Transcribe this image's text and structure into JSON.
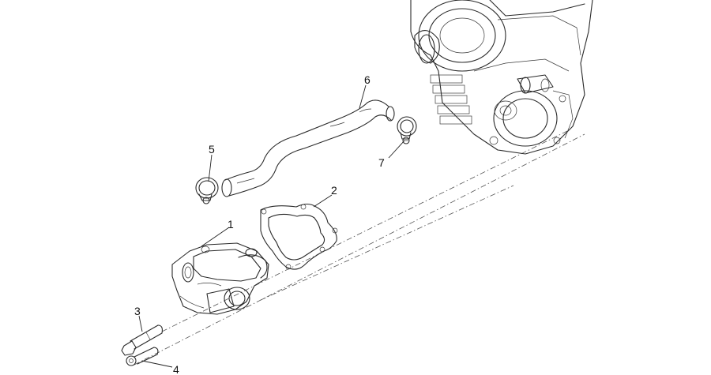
{
  "diagram": {
    "title": "",
    "callouts": [
      {
        "id": "label-1",
        "text": "1"
      },
      {
        "id": "label-2",
        "text": "2"
      },
      {
        "id": "label-3",
        "text": "3"
      },
      {
        "id": "label-4",
        "text": "4"
      },
      {
        "id": "label-5",
        "text": "5"
      },
      {
        "id": "label-6",
        "text": "6"
      },
      {
        "id": "label-7",
        "text": "7"
      }
    ],
    "parts": [
      {
        "callout": "1",
        "kind": "water-pump-housing"
      },
      {
        "callout": "2",
        "kind": "gasket"
      },
      {
        "callout": "3",
        "kind": "long-bolt"
      },
      {
        "callout": "4",
        "kind": "short-bolt"
      },
      {
        "callout": "5",
        "kind": "hose-clamp"
      },
      {
        "callout": "6",
        "kind": "coolant-hose"
      },
      {
        "callout": "7",
        "kind": "hose-clamp"
      }
    ],
    "style": {
      "line_color": "#2a2a2a",
      "background": "#ffffff"
    }
  }
}
